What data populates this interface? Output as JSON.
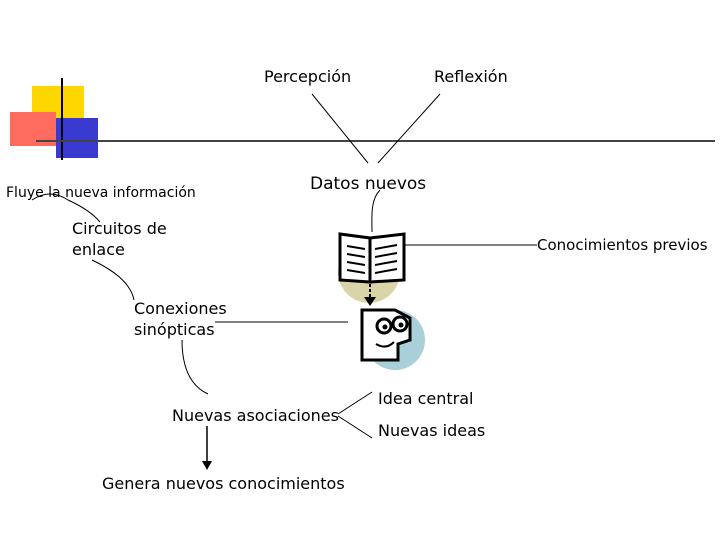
{
  "labels": {
    "percepcion": "Percepción",
    "reflexion": "Reflexión",
    "fluye": "Fluye la nueva información",
    "datos_nuevos": "Datos nuevos",
    "circuitos_1": "Circuitos de",
    "circuitos_2": "enlace",
    "conocimientos_previos": "Conocimientos previos",
    "conexiones_1": "Conexiones",
    "conexiones_2": "sinópticas",
    "nuevas_asociaciones": "Nuevas asociaciones",
    "idea_central": "Idea central",
    "nuevas_ideas": "Nuevas ideas",
    "genera": "Genera nuevos conocimientos"
  },
  "colors": {
    "deco_yellow": "#ffd700",
    "deco_red": "#ff3b30",
    "deco_blue": "#3333cc",
    "book_circle": "#d9d5a8",
    "head_circle": "#a9cfd8"
  }
}
